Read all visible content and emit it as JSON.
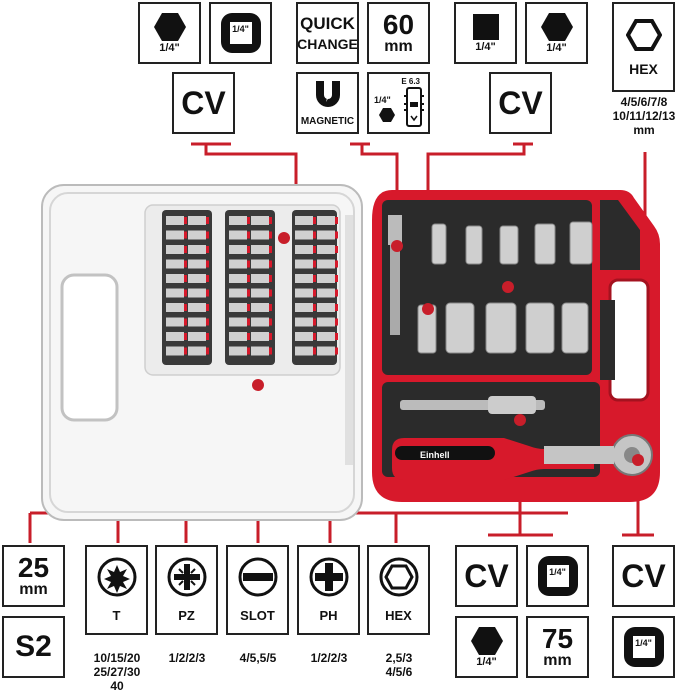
{
  "top": {
    "hex_quarter": {
      "size": "1/4\""
    },
    "square_quarter": {
      "size": "1/4\""
    },
    "quick_change": {
      "line1": "QUICK",
      "line2": "CHANGE"
    },
    "length_60": {
      "value": "60",
      "unit": "mm"
    },
    "square_drive": {
      "size": "1/4\""
    },
    "hex_socket": {
      "size": "1/4\""
    },
    "hex_sizes": {
      "label": "HEX",
      "sizes_line1": "4/5/6/7/8",
      "sizes_line2": "10/11/12/13",
      "unit": "mm"
    },
    "cv_left": "CV",
    "magnetic": {
      "label": "MAGNETIC"
    },
    "e63": {
      "label": "E 6.3",
      "size": "1/4\""
    },
    "cv_right": "CV"
  },
  "bottom": {
    "length_25": {
      "value": "25",
      "unit": "mm"
    },
    "s2": "S2",
    "torx": {
      "label": "T",
      "sizes_line1": "10/15/20",
      "sizes_line2": "25/27/30",
      "sizes_line3": "40"
    },
    "pz": {
      "label": "PZ",
      "sizes": "1/2/2/3"
    },
    "slot": {
      "label": "SLOT",
      "sizes": "4/5,5/5"
    },
    "ph": {
      "label": "PH",
      "sizes": "1/2/2/3"
    },
    "hex": {
      "label": "HEX",
      "sizes_line1": "2,5/3",
      "sizes_line2": "4/5/6"
    },
    "cv_ratchet": "CV",
    "ratchet_square": {
      "size": "1/4\""
    },
    "ratchet_hex": {
      "size": "1/4\""
    },
    "length_75": {
      "value": "75",
      "unit": "mm"
    },
    "cv_far": "CV",
    "far_square": {
      "size": "1/4\""
    }
  },
  "brand": {
    "name": "Einhell"
  },
  "colors": {
    "case_red": "#d7192b",
    "tray_dark": "#2b2b2b",
    "line_red": "#c81e2a"
  }
}
